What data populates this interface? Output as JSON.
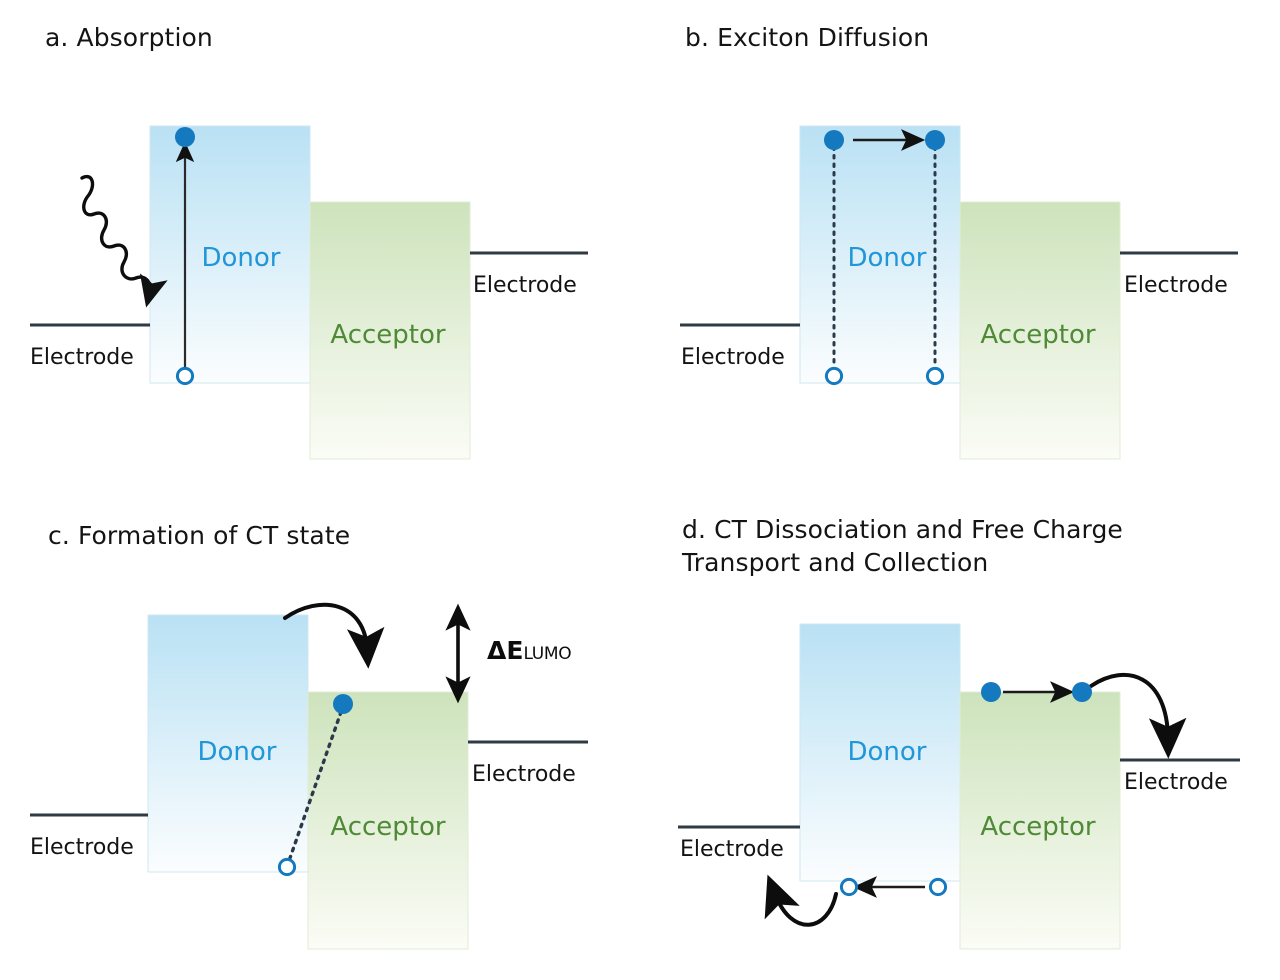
{
  "figure": {
    "type": "diagram",
    "subject": "Organic photovoltaic working principle — four-step energy level diagram",
    "colors": {
      "donor_fill_top": "#b9e1f4",
      "donor_fill_bottom": "#fbfdfe",
      "acceptor_fill_top": "#cde3bc",
      "acceptor_fill_bottom": "#fbfcf6",
      "donor_label": "#2196d8",
      "acceptor_label": "#4f8a36",
      "electron": "#1479be",
      "hole_ring": "#1479be",
      "electrode_line": "#2f3a42",
      "arrow": "#111111",
      "dotted": "#2b3a4a",
      "title": "#141414"
    },
    "layer_labels": {
      "donor": "Donor",
      "acceptor": "Acceptor"
    },
    "electrode_label": "Electrode"
  },
  "panels": [
    {
      "id": "a",
      "title": "a. Absorption",
      "electrodes": [
        {
          "side": "left",
          "label": "Electrode"
        },
        {
          "side": "right",
          "label": "Electrode"
        }
      ],
      "annotations": [
        {
          "name": "photon-squiggle",
          "desc": "wavy photon arrow entering donor"
        },
        {
          "name": "excitation-arrow",
          "desc": "vertical arrow from hole to electron in donor"
        },
        {
          "name": "electron",
          "desc": "filled blue circle at donor LUMO"
        },
        {
          "name": "hole",
          "desc": "open blue circle at donor HOMO"
        }
      ]
    },
    {
      "id": "b",
      "title": "b. Exciton Diffusion",
      "electrodes": [
        {
          "side": "left",
          "label": "Electrode"
        },
        {
          "side": "right",
          "label": "Electrode"
        }
      ],
      "annotations": [
        {
          "name": "exciton-pair-left",
          "desc": "electron and hole joined by dotted line"
        },
        {
          "name": "exciton-pair-right",
          "desc": "electron and hole joined by dotted line"
        },
        {
          "name": "diffusion-arrow",
          "desc": "horizontal arrow showing exciton migration toward interface"
        }
      ]
    },
    {
      "id": "c",
      "title": "c. Formation of CT state",
      "electrodes": [
        {
          "side": "left",
          "label": "Electrode"
        },
        {
          "side": "right",
          "label": "Electrode"
        }
      ],
      "energy_offset": {
        "symbol": "ΔE",
        "subscript": "LUMO"
      },
      "annotations": [
        {
          "name": "electron-transfer-arrow",
          "desc": "curved arrow from donor LUMO to acceptor LUMO"
        },
        {
          "name": "ct-dotted-line",
          "desc": "diagonal dotted line binding electron in acceptor to hole in donor"
        },
        {
          "name": "lumo-offset-arrow",
          "desc": "double-headed vertical arrow measuring LUMO offset"
        }
      ]
    },
    {
      "id": "d",
      "title": "d. CT Dissociation and Free Charge\nTransport and Collection",
      "electrodes": [
        {
          "side": "left",
          "label": "Electrode"
        },
        {
          "side": "right",
          "label": "Electrode"
        }
      ],
      "annotations": [
        {
          "name": "electron-transport-arrow",
          "desc": "horizontal arrow moving electrons across acceptor LUMO"
        },
        {
          "name": "electron-collection-arrow",
          "desc": "curved arrow from acceptor to right electrode"
        },
        {
          "name": "hole-transport-arrow",
          "desc": "horizontal arrow moving holes across donor HOMO"
        },
        {
          "name": "hole-collection-arrow",
          "desc": "curved arrow from donor to left electrode"
        }
      ]
    }
  ]
}
